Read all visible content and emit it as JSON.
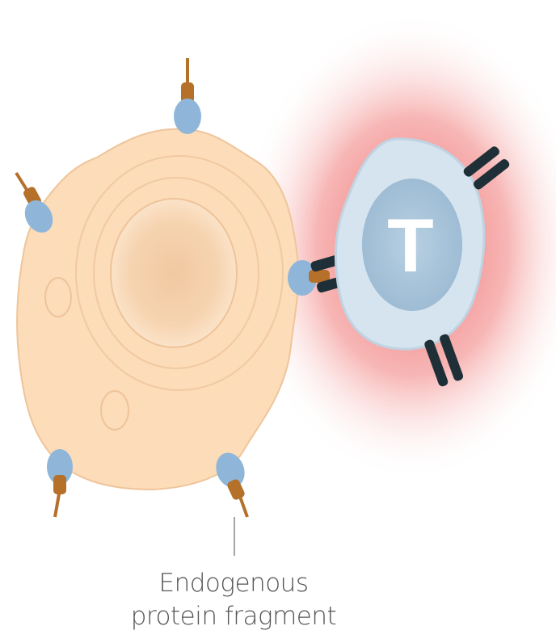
{
  "tcell": {
    "label": "T"
  },
  "caption": {
    "line1": "Endogenous",
    "line2": "protein fragment"
  }
}
